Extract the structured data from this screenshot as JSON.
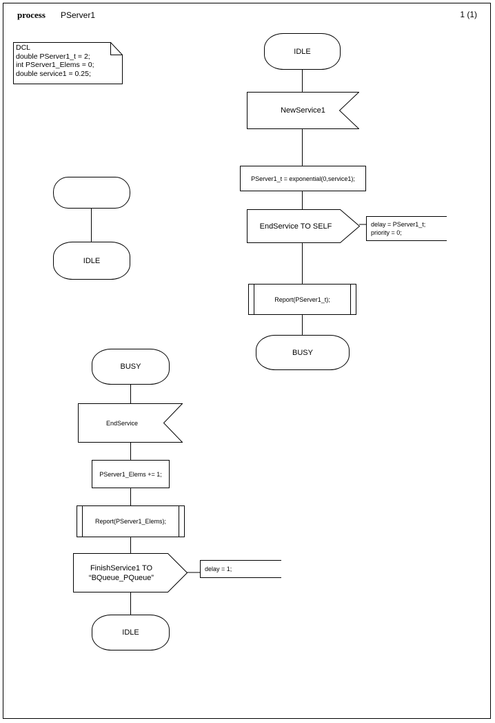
{
  "page": {
    "title_keyword": "process",
    "title_name": "PServer1",
    "page_number": "1 (1)"
  },
  "declaration_note": {
    "name": "dcl-note",
    "text": "DCL\ndouble PServer1_t = 2;\nint PServer1_Elems = 0;\ndouble service1 = 0.25;"
  },
  "left_flow_top": {
    "start_symbol_label": "",
    "state_idle": "IDLE"
  },
  "right_flow": {
    "state_idle": "IDLE",
    "input_newservice1": "NewService1",
    "task_exponential": "PServer1_t = exponential(0,service1);",
    "output_endservice_self": "EndService TO SELF",
    "comment_delay_priority": "delay = PServer1_t;\npriority = 0;",
    "procedure_report": "Report(PServer1_t);",
    "state_busy": "BUSY"
  },
  "bottom_flow": {
    "state_busy": "BUSY",
    "input_endservice": "EndService",
    "task_increment": "PServer1_Elems += 1;",
    "procedure_report": "Report(PServer1_Elems);",
    "output_finishservice": "FinishService1 TO\n“BQueue_PQueue”",
    "comment_delay": "delay = 1;",
    "state_idle": "IDLE"
  },
  "colors": {
    "stroke": "#000000",
    "background": "#ffffff"
  }
}
